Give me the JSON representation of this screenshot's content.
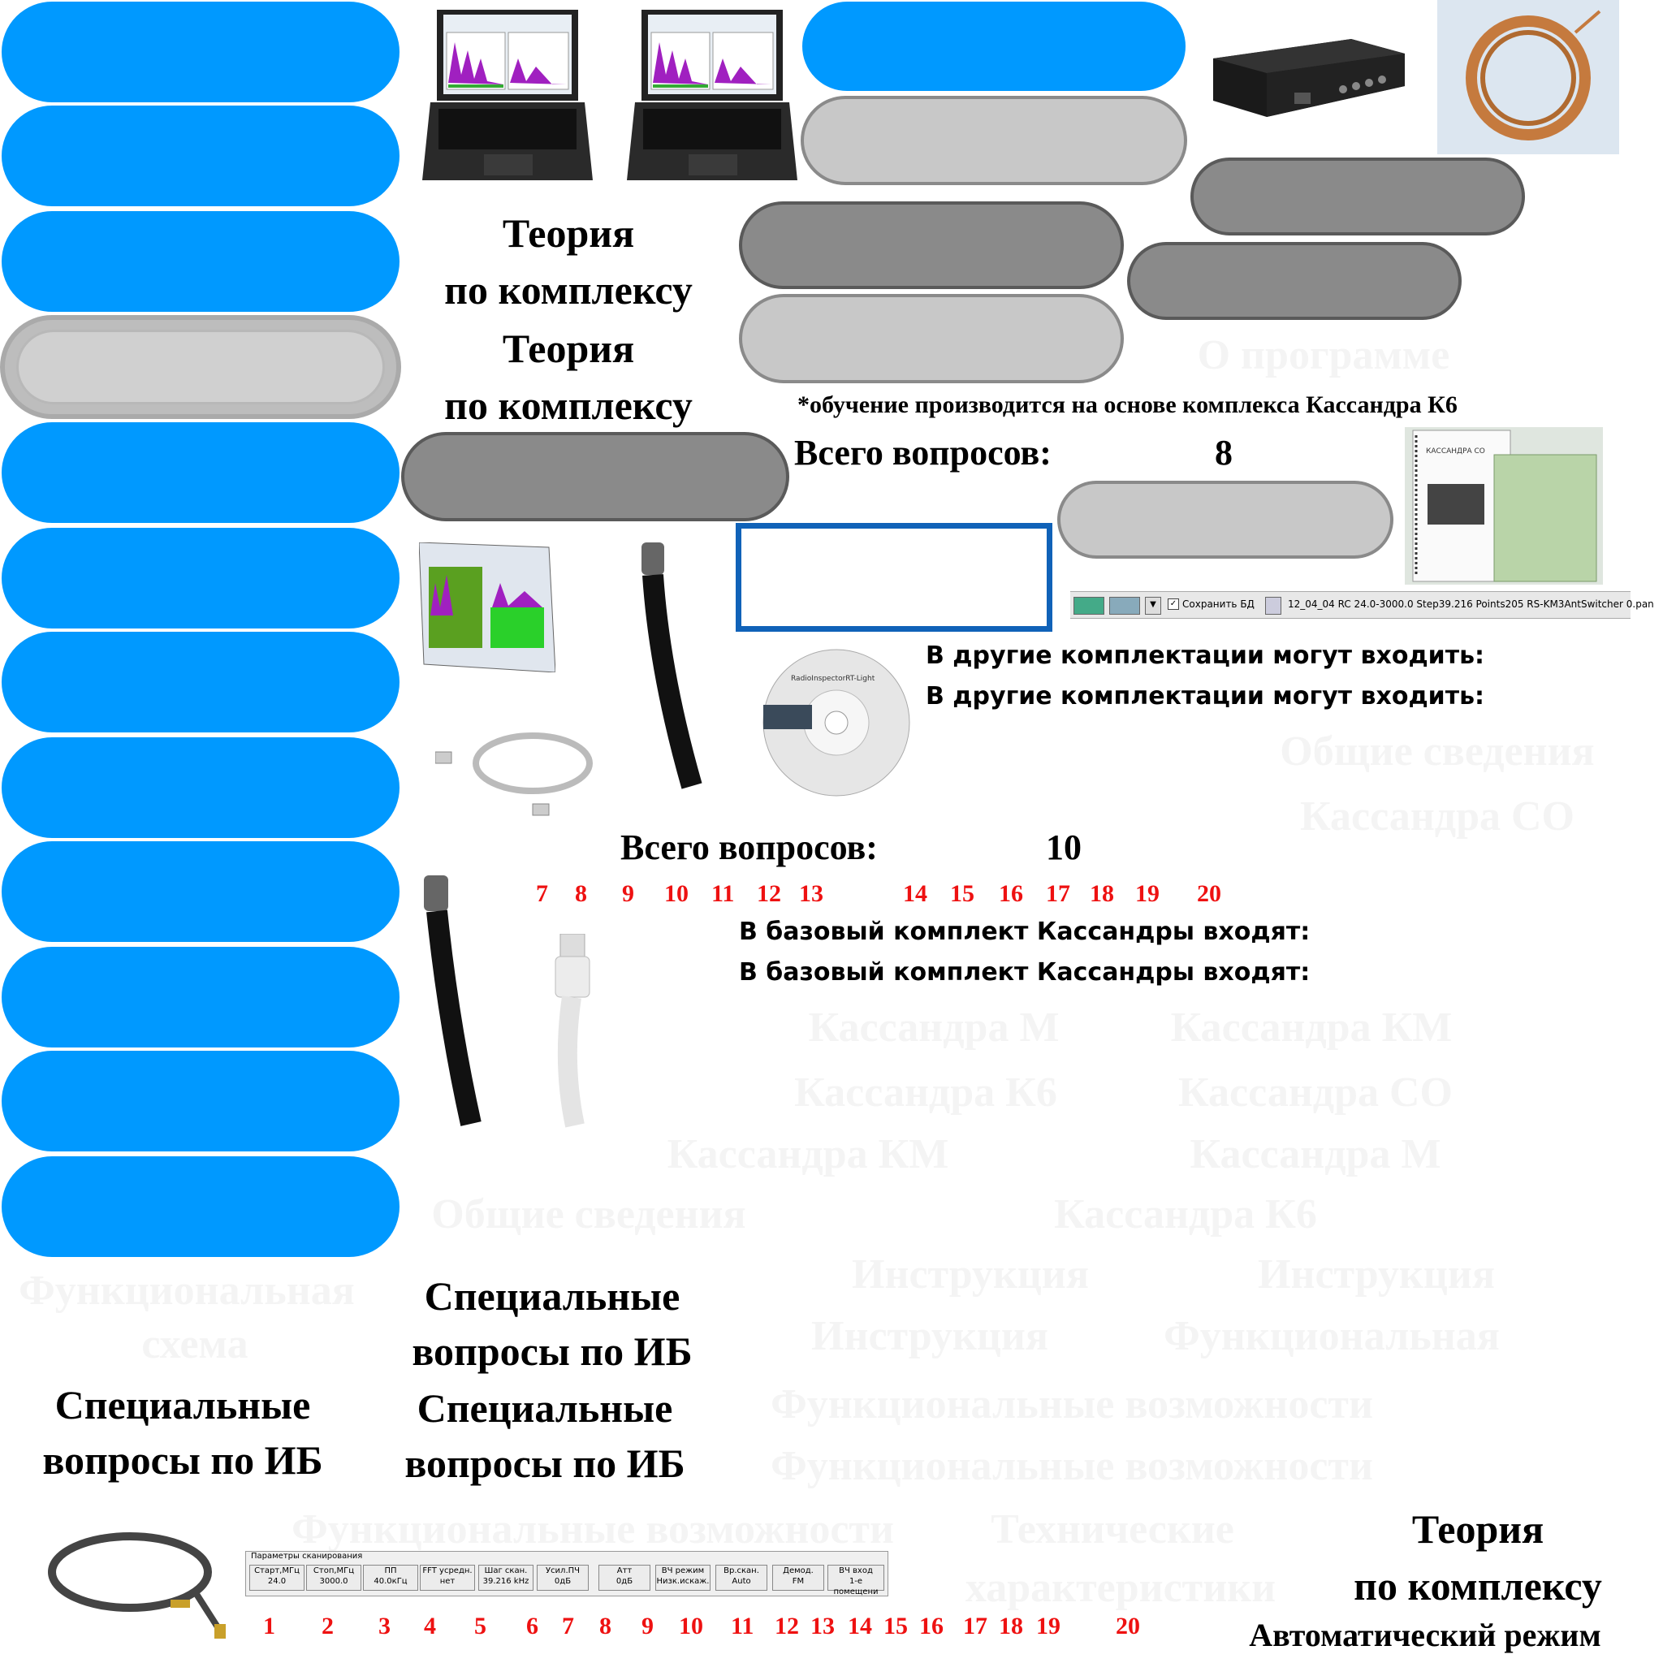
{
  "headings": {
    "theory_1": "Теория\nпо комплексу",
    "theory_2": "Теория\nпо комплексу",
    "theory_3": "Теория\nпо комплексу",
    "special_1": "Специальные\nвопросы по ИБ",
    "special_2": "Специальные\nвопросы по ИБ",
    "special_3": "Специальные\nвопросы по ИБ",
    "auto_mode": "Автоматический режим"
  },
  "note": "*обучение производится на основе комплекса Кассандра К6",
  "total_questions_1": {
    "label": "Всего вопросов:",
    "value": "8"
  },
  "total_questions_2": {
    "label": "Всего вопросов:",
    "value": "10"
  },
  "other_kits_1": "В другие комплектации могут входить:",
  "other_kits_2": "В другие комплектации могут входить:",
  "base_kit_1": "В базовый комплект Кассандры входят:",
  "base_kit_2": "В базовый комплект Кассандры входят:",
  "ghost_texts": [
    "О программе",
    "Общие сведения",
    "Кассандра СО",
    "Кассандра М",
    "Кассандра КМ",
    "Кассандра К6",
    "Кассандра СО",
    "Кассандра КМ",
    "Кассандра М",
    "Общие сведения",
    "Кассандра К6",
    "Инструкция",
    "Инструкция",
    "Инструкция",
    "Функциональная",
    "схема",
    "Функциональная",
    "Функциональные возможности",
    "Функциональные возможности",
    "Функциональные возможности",
    "Технические",
    "характеристики"
  ],
  "red_numbers_top": [
    "7",
    "8",
    "9",
    "10",
    "11",
    "12",
    "13",
    "14",
    "15",
    "16",
    "17",
    "18",
    "19",
    "20"
  ],
  "red_numbers_bottom": [
    "1",
    "2",
    "3",
    "4",
    "5",
    "6",
    "7",
    "8",
    "9",
    "10",
    "11",
    "12",
    "13",
    "14",
    "15",
    "16",
    "17",
    "18",
    "19",
    "20"
  ],
  "save_bar": {
    "checkbox_label": "Сохранить БД",
    "filename": "12_04_04 RC 24.0-3000.0 Step39.216 Points205 RS-KM3AntSwitcher 0.pan"
  },
  "scan_params": {
    "title": "Параметры сканирования",
    "cells": [
      {
        "label": "Старт,МГц",
        "value": "24.0"
      },
      {
        "label": "Стоп,МГц",
        "value": "3000.0"
      },
      {
        "label": "ПП",
        "value": "40.0кГц"
      },
      {
        "label": "FFT усредн.",
        "value": "нет"
      },
      {
        "label": "Шаг скан.",
        "value": "39.216 kHz"
      },
      {
        "label": "Усил.ПЧ",
        "value": "0дБ"
      },
      {
        "label": "Атт",
        "value": "0дБ"
      },
      {
        "label": "ВЧ режим",
        "value": "Низк.искаж."
      },
      {
        "label": "Вр.скан.",
        "value": "Auto"
      },
      {
        "label": "Демод.",
        "value": "FM"
      },
      {
        "label": "ВЧ вход",
        "value": "1-е помещени"
      }
    ]
  },
  "cd_label": "RadioInspectorRT-Light",
  "manual_label": "КАССАНДРА СО"
}
